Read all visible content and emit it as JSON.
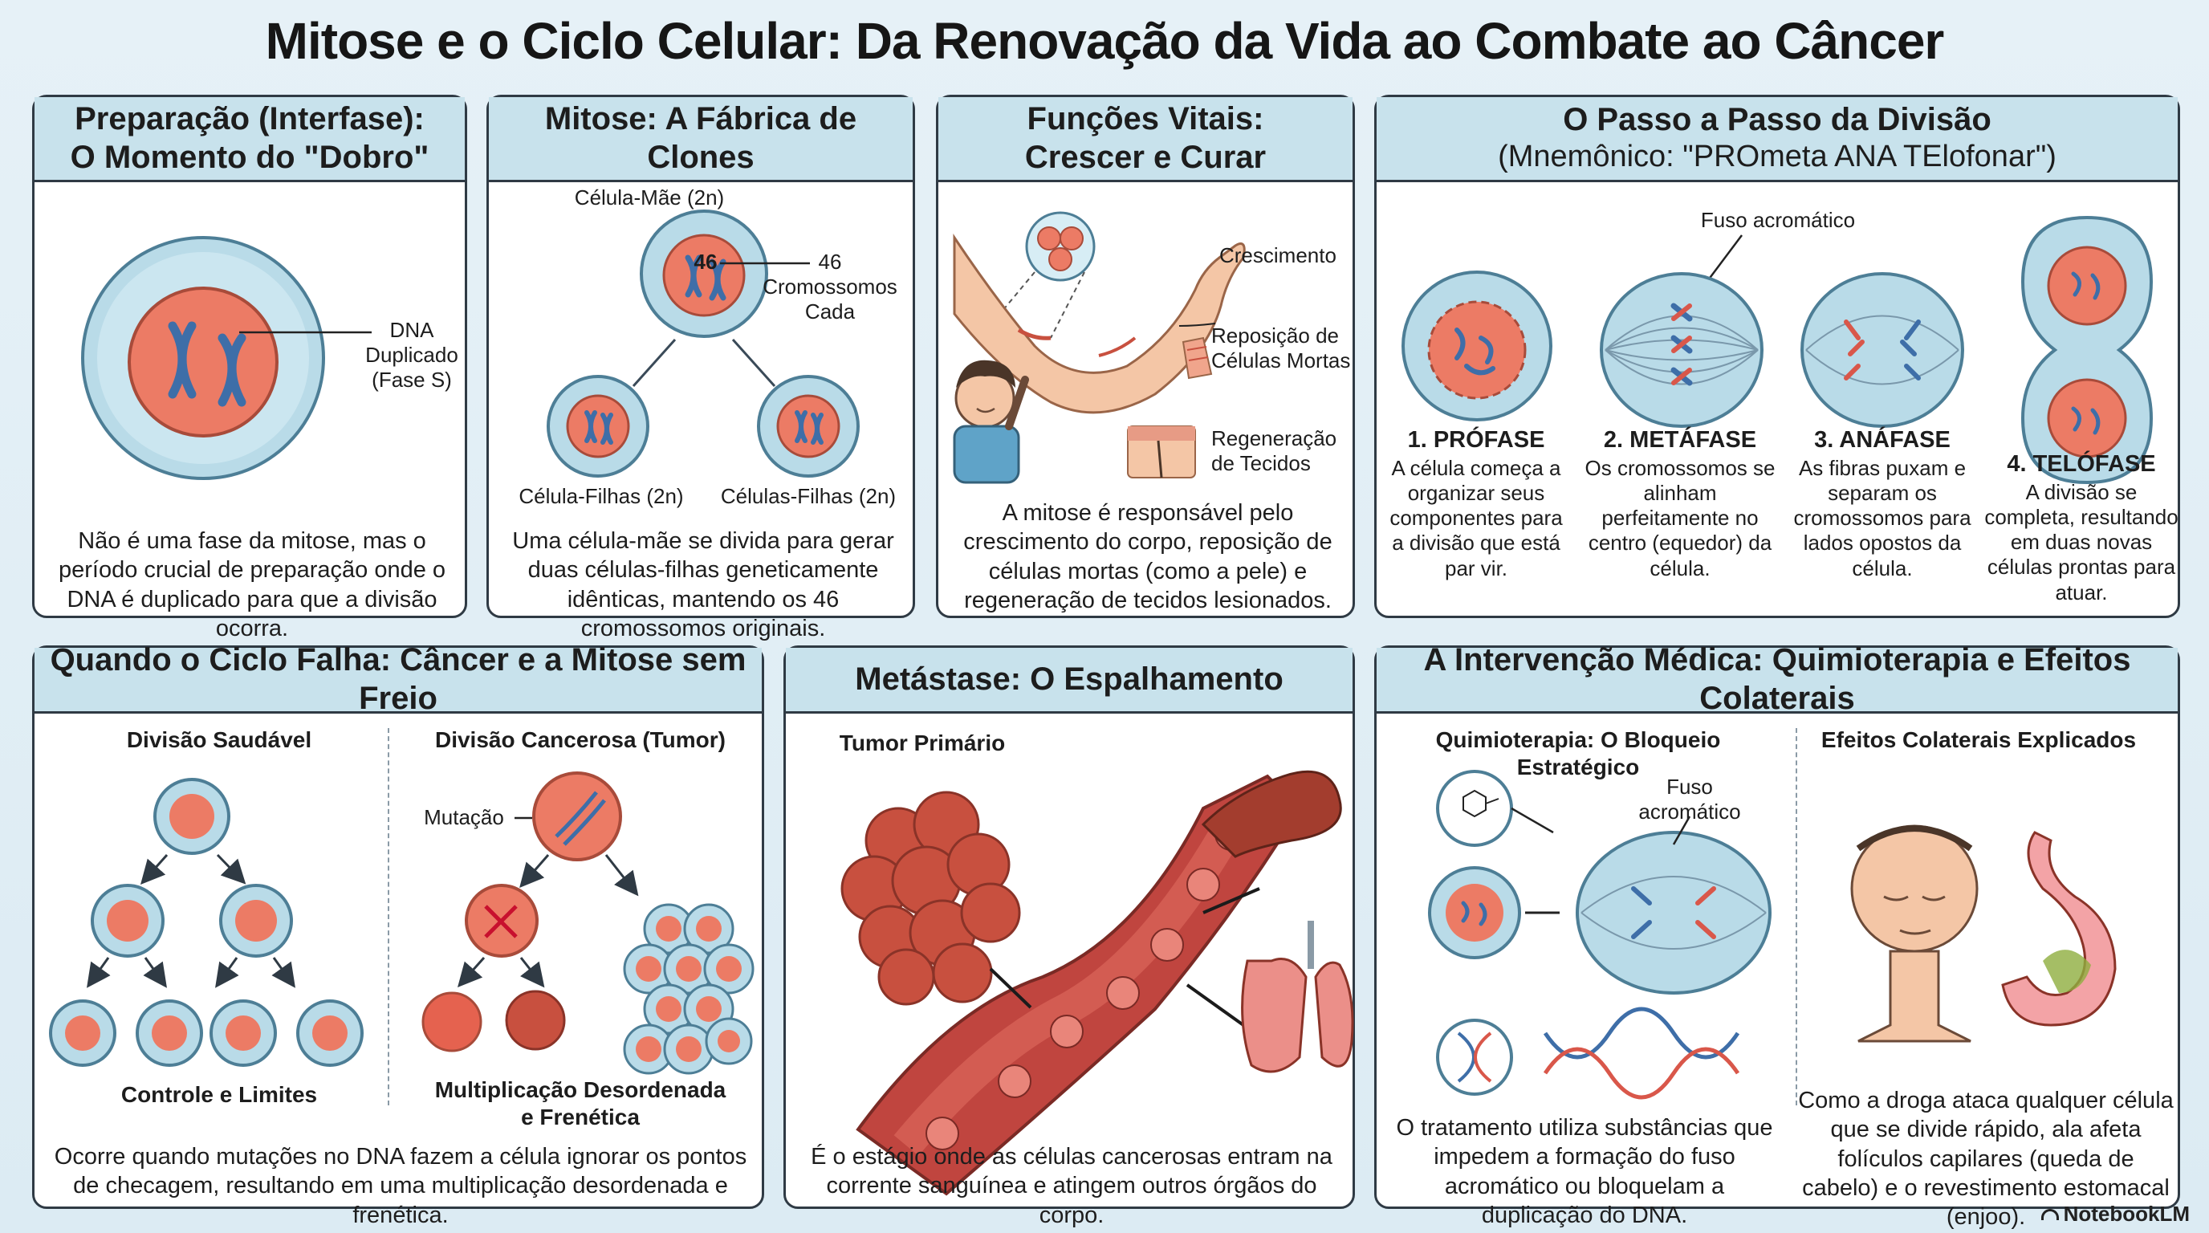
{
  "title": "Mitose e o Ciclo Celular: Da Renovação da Vida ao Combate ao Câncer",
  "panels": {
    "interfase": {
      "title_line1": "Preparação (Interfase):",
      "title_line2": "O Momento do \"Dobro\"",
      "label_dna": "DNA\nDuplicado\n(Fase S)",
      "description": "Não é uma fase da mitose, mas o período crucial de preparação onde o DNA é duplicado para que a divisão ocorra."
    },
    "mitose": {
      "title": "Mitose: A Fábrica de Clones",
      "label_mother": "Célula-Mãe (2n)",
      "label_46": "46",
      "label_46_side": "46\nCromossomos\nCada",
      "label_daughter_left": "Célula-Filhas (2n)",
      "label_daughter_right": "Células-Filhas (2n)",
      "description": "Uma célula-mãe se divida para gerar duas células-filhas geneticamente idênticas, mantendo os 46 cromossomos originais."
    },
    "funcoes": {
      "title_line1": "Funções Vitais:",
      "title_line2": "Crescer e Curar",
      "label_growth": "Crescimento",
      "label_replacement": "Reposição de\nCélulas Mortas",
      "label_regeneration": "Regeneração\nde Tecidos",
      "description": "A mitose é responsável pelo crescimento do corpo, reposição de células mortas (como a pele) e regeneração de tecidos lesionados."
    },
    "passos": {
      "title": "O Passo a Passo da Divisão",
      "subtitle": "(Mnemônico: \"PROmeta ANA TElofonar\")",
      "label_spindle": "Fuso acromático",
      "stages": [
        {
          "name": "1. PRÓFASE",
          "text": "A célula começa a organizar seus componentes para a divisão que está par vir."
        },
        {
          "name": "2. METÁFASE",
          "text": "Os cromossomos se alinham perfeitamente no centro (equedor) da célula."
        },
        {
          "name": "3. ANÁFASE",
          "text": "As fibras puxam e separam os cromossomos para lados opostos da célula."
        },
        {
          "name": "4. TELÓFASE",
          "text": "A divisão se completa, resultando em duas novas células prontas para atuar."
        }
      ]
    },
    "cancer": {
      "title": "Quando o Ciclo Falha: Câncer e a Mitose sem Freio",
      "label_healthy": "Divisão Saudável",
      "label_cancer": "Divisão Cancerosa (Tumor)",
      "label_mutation": "Mutação",
      "label_control": "Controle e Limites",
      "label_disorder": "Multiplicação Desordenada\ne Frenética",
      "description": "Ocorre quando mutações no DNA fazem a célula ignorar os pontos de checagem, resultando em uma multiplicação desordenada e frenética."
    },
    "metastase": {
      "title": "Metástase: O Espalhamento",
      "label_tumor": "Tumor Primário",
      "description": "É o estágio onde as células cancerosas entram na corrente sanguínea e atingem outros órgãos do corpo."
    },
    "quimio": {
      "title": "A Intervenção Médica: Quimioterapia e Efeitos Colaterais",
      "label_block": "Quimioterapia: O Bloqueio Estratégico",
      "label_effects": "Efeitos Colaterais Explicados",
      "label_spindle": "Fuso\nacromático",
      "description_left": "O tratamento utiliza substâncias que impedem a formação do fuso acromático ou bloquelam a duplicação do DNA.",
      "description_right": "Como a droga ataca qualquer célula que se divide rápido, ala afeta folículos capilares (queda de cabelo) e o revestimento estomacal (enjoo)."
    }
  },
  "brand": "NotebookLM",
  "colors": {
    "header_bg": "#c8e2ec",
    "cell_outer": "#b9dbe8",
    "nucleus": "#ec7b65",
    "chromosome": "#3e6ea8",
    "blood": "#c0453f"
  }
}
